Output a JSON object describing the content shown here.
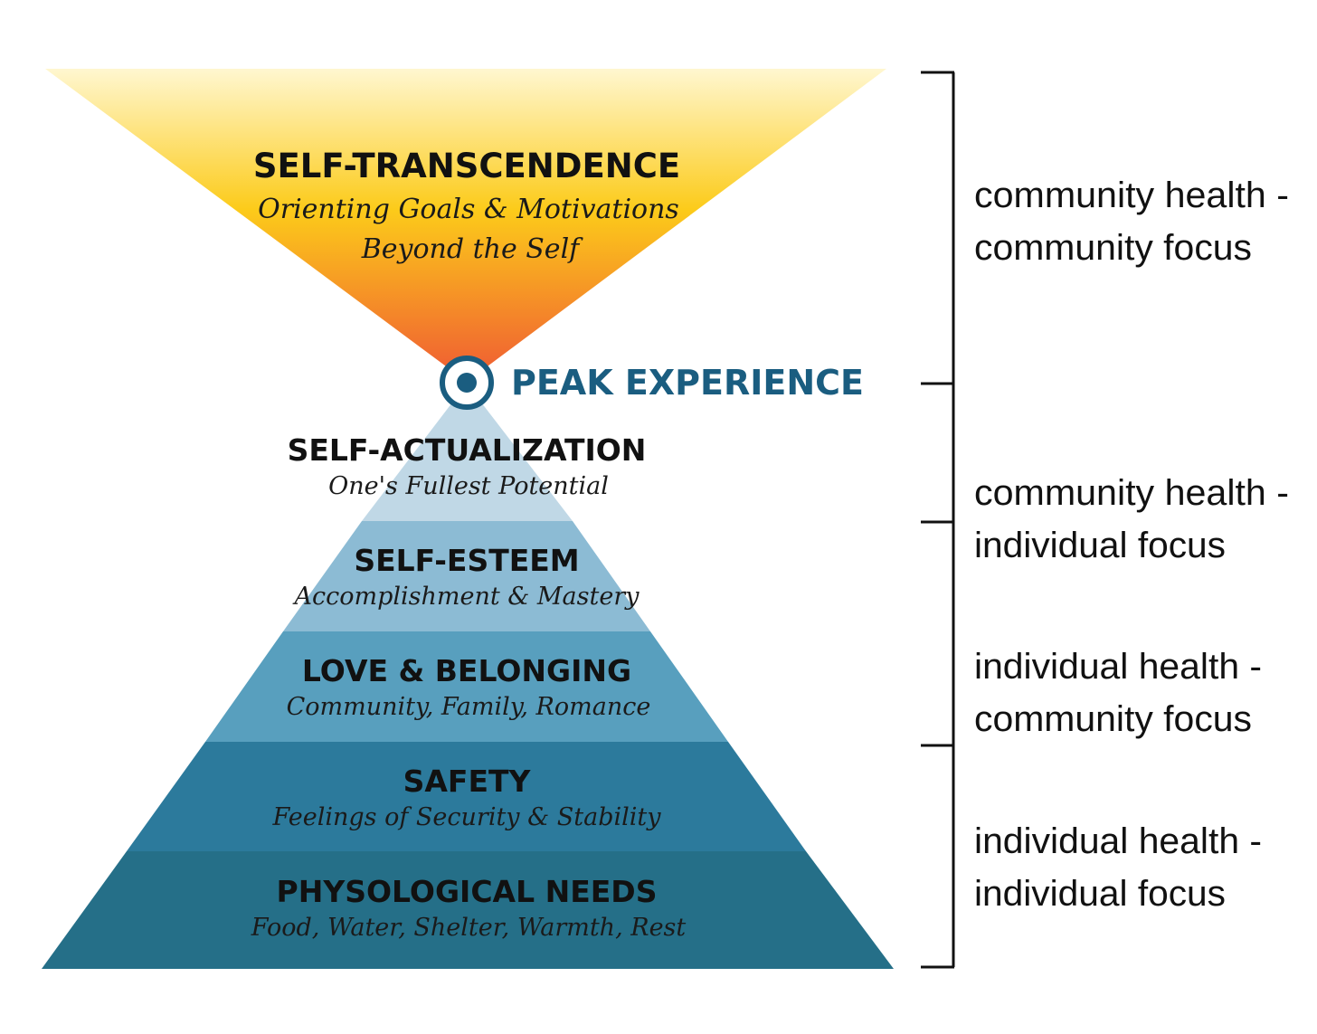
{
  "colors": {
    "funnel_top": "#fff7d0",
    "funnel_mid": "#fccb1a",
    "funnel_bottom": "#ef5a33",
    "peak": "#1a5d80",
    "levels": [
      "#c0d8e6",
      "#8cbbd4",
      "#589fbe",
      "#2c7a9c",
      "#256f88"
    ],
    "bracket": "#111111"
  },
  "transcendence": {
    "title": "SELF-TRANSCENDENCE",
    "subtitle_line1": "Orienting Goals & Motivations",
    "subtitle_line2": "Beyond the Self"
  },
  "peak": {
    "label": "PEAK EXPERIENCE",
    "icon": "target-icon"
  },
  "levels": [
    {
      "title": "SELF-ACTUALIZATION",
      "subtitle": "One's Fullest Potential"
    },
    {
      "title": "SELF-ESTEEM",
      "subtitle": "Accomplishment & Mastery"
    },
    {
      "title": "LOVE & BELONGING",
      "subtitle": "Community, Family, Romance"
    },
    {
      "title": "SAFETY",
      "subtitle": "Feelings of Security & Stability"
    },
    {
      "title": "PHYSOLOGICAL NEEDS",
      "subtitle": "Food, Water, Shelter, Warmth, Rest"
    }
  ],
  "brackets": [
    {
      "line1": "community health -",
      "line2": "community focus"
    },
    {
      "line1": "community health -",
      "line2": "individual focus"
    },
    {
      "line1": "individual health -",
      "line2": "community focus"
    },
    {
      "line1": "individual health -",
      "line2": "individual focus"
    }
  ]
}
